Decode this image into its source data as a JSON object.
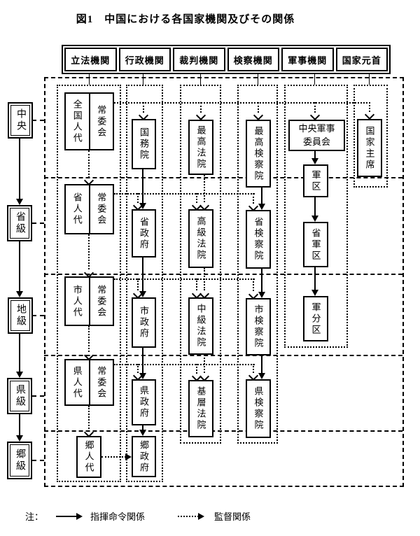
{
  "title": "図1　中国における各国家機関及びその関係",
  "headers": {
    "legislative": "立法機関",
    "administrative": "行政機関",
    "judicial": "裁判機関",
    "procuratorial": "検察機関",
    "military": "軍事機関",
    "head_of_state": "国家元首"
  },
  "levels": {
    "central": "中央",
    "province": "省級",
    "prefecture": "地級",
    "county": "県級",
    "township": "郷級"
  },
  "nodes": {
    "sc": "常委会",
    "npc": "全国人代",
    "prov_pc": "省人代",
    "city_pc": "市人代",
    "county_pc": "県人代",
    "town_pc": "郷人代",
    "state_council": "国務院",
    "prov_gov": "省政府",
    "city_gov": "市政府",
    "county_gov": "県政府",
    "town_gov": "郷政府",
    "supreme_court": "最高法院",
    "high_court": "高級法院",
    "mid_court": "中級法院",
    "basic_court": "基層法院",
    "supreme_proc": "最高検察院",
    "prov_proc": "省検察院",
    "city_proc": "市検察院",
    "county_proc": "県検察院",
    "cmc_line1": "中央軍事",
    "cmc_line2": "委員会",
    "mil_region": "軍区",
    "prov_mil_region": "省軍区",
    "mil_subdistrict": "軍分区",
    "president": "国家主席"
  },
  "legend": {
    "note": "注：",
    "command": "指揮命令関係",
    "supervision": "監督関係"
  },
  "colors": {
    "line": "#000000",
    "background": "#ffffff"
  }
}
